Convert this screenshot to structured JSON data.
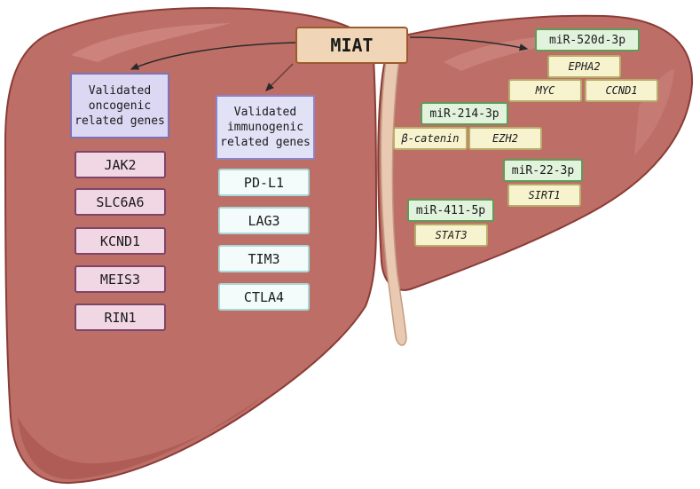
{
  "center_node": "MIAT",
  "oncogenic": {
    "header": "Validated\noncogenic\nrelated genes",
    "genes": [
      "JAK2",
      "SLC6A6",
      "KCND1",
      "MEIS3",
      "RIN1"
    ]
  },
  "immunogenic": {
    "header": "Validated\nimmunogenic\nrelated genes",
    "genes": [
      "PD-L1",
      "LAG3",
      "TIM3",
      "CTLA4"
    ]
  },
  "mirnas": [
    {
      "name": "miR-520d-3p",
      "targets": [
        "EPHA2",
        "MYC",
        "CCND1"
      ]
    },
    {
      "name": "miR-214-3p",
      "targets": [
        "β-catenin",
        "EZH2"
      ]
    },
    {
      "name": "miR-22-3p",
      "targets": [
        "SIRT1"
      ]
    },
    {
      "name": "miR-411-5p",
      "targets": [
        "STAT3"
      ]
    }
  ],
  "colors": {
    "liver": "#bd6e67",
    "liver_outline": "#8a3c37",
    "oncogenic_box": "#f1d7e4",
    "immunogenic_box": "#f3fbfb",
    "mirna_box": "#e2f3dd",
    "target_box": "#f8f3cf",
    "miat_box": "#f0d6b6"
  }
}
